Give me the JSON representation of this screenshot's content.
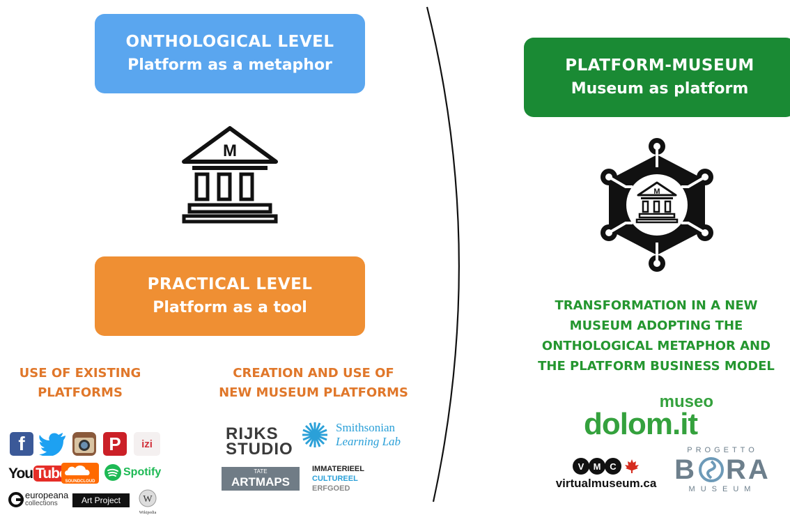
{
  "left_column": {
    "ontological_box": {
      "title": "ONTHOLOGICAL LEVEL",
      "subtitle": "Platform as a metaphor",
      "color": "#5aa6ef"
    },
    "practical_box": {
      "title": "PRACTICAL LEVEL",
      "subtitle": "Platform as a tool",
      "color": "#ef8f33"
    },
    "existing_platforms_heading": {
      "line1": "USE OF EXISTING",
      "line2": "PLATFORMS"
    },
    "new_platforms_heading": {
      "line1": "CREATION AND USE OF",
      "line2": "NEW MUSEUM PLATFORMS"
    },
    "museum_icon_letter": "M",
    "existing_logos": {
      "facebook": "f",
      "youtube_you": "You",
      "youtube_tube": "Tube",
      "soundcloud": "SOUNDCLOUD",
      "spotify": "Spotify",
      "izi": "izi",
      "europeana": "europeana",
      "europeana_sub": "collections",
      "art_project": "Art Project",
      "wikipedia": "Wikipedia"
    },
    "new_logos": {
      "rijks_line1": "RIJKS",
      "rijks_line2": "STUDIO",
      "smithsonian": "Smithsonian",
      "smithsonian_sub": "Learning Lab",
      "tate": "TATE",
      "artmaps": "ARTMAPS",
      "immaterieel1": "IMMATERIEEL",
      "immaterieel2": "CULTUREEL",
      "immaterieel3": "ERFGOED"
    }
  },
  "right_column": {
    "platform_box": {
      "title": "PLATFORM-MUSEUM",
      "subtitle": "Museum as platform",
      "color": "#1a8a34"
    },
    "transformation_text": [
      "TRANSFORMATION IN A NEW",
      "MUSEUM ADOPTING THE",
      "ONTHOLOGICAL METAPHOR AND",
      "THE PLATFORM BUSINESS MODEL"
    ],
    "museum_icon_letter": "M",
    "logos": {
      "museo": "museo",
      "dolomit": "dolom.it",
      "vmc": "VMC",
      "virtualmuseum": "virtualmuseum.ca",
      "progetto": "PROGETTO",
      "bora": "BORA",
      "bora_museum": "MUSEUM"
    }
  }
}
